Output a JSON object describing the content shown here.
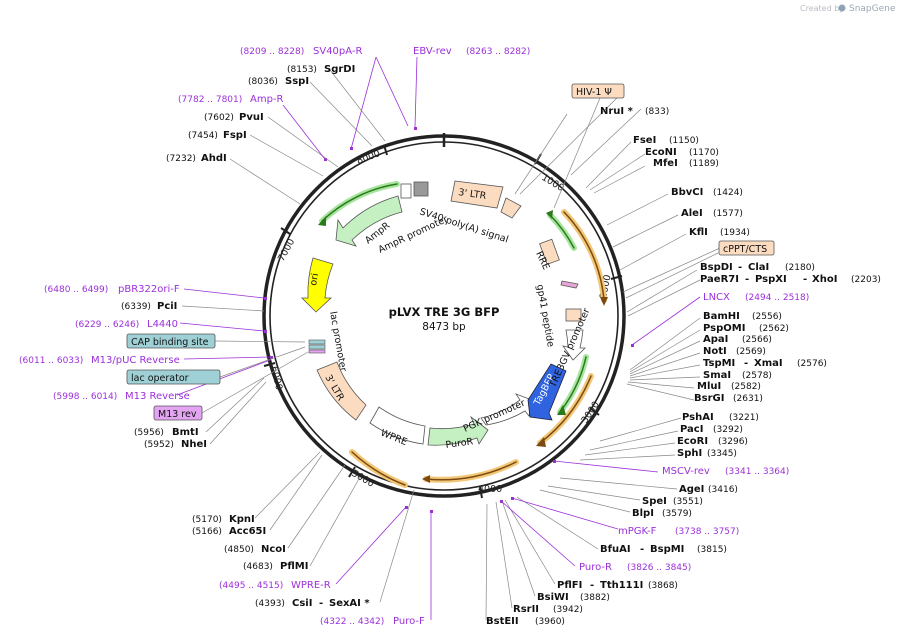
{
  "credit": {
    "created_by": "Created by",
    "brand": "SnapGene"
  },
  "plasmid": {
    "name": "pLVX TRE 3G BFP",
    "length": "8473 bp"
  },
  "ticks": [
    "1000",
    "2000",
    "3000",
    "4000",
    "5000",
    "6000",
    "7000",
    "8000"
  ],
  "features": [
    {
      "label": "3' LTR",
      "color": "#fcdcc0"
    },
    {
      "label": "SV40 poly(A) signal"
    },
    {
      "label": "AmpR promoter"
    },
    {
      "label": "AmpR",
      "color": "#c5f0c2"
    },
    {
      "label": "ori",
      "color": "#ffff00"
    },
    {
      "label": "lac promoter"
    },
    {
      "label": "3' LTR",
      "color": "#fcdcc0"
    },
    {
      "label": "WPRE",
      "color": "#ffffff"
    },
    {
      "label": "PuroR",
      "color": "#c5f0c2"
    },
    {
      "label": "PGK promoter"
    },
    {
      "label": "TagBFP",
      "color": "#2f63e0"
    },
    {
      "label": "TRE3GV promoter"
    },
    {
      "label": "gp41 peptide"
    },
    {
      "label": "RRE"
    }
  ],
  "boxes": [
    {
      "label": "HIV-1 Ψ",
      "color": "#fcdcc0"
    },
    {
      "label": "cPPT/CTS",
      "color": "#fcdcc0"
    },
    {
      "label": "CAP binding site",
      "color": "#9ed0d5"
    },
    {
      "label": "lac operator",
      "color": "#9ed0d5"
    },
    {
      "label": "M13 rev",
      "color": "#e3a4f2"
    }
  ],
  "sites_right": [
    {
      "name": "NruI *",
      "pos": "(833)"
    },
    {
      "name": "FseI",
      "pos": "(1150)"
    },
    {
      "name": "EcoNI",
      "pos": "(1170)"
    },
    {
      "name": "MfeI",
      "pos": "(1189)"
    },
    {
      "name": "BbvCI",
      "pos": "(1424)"
    },
    {
      "name": "AleI",
      "pos": "(1577)"
    },
    {
      "name": "KflI",
      "pos": "(1934)"
    },
    {
      "name": "BspDI",
      "sep": "-",
      "name2": "ClaI",
      "pos": "(2180)"
    },
    {
      "name": "PaeR7I",
      "sep": "-",
      "name2": "PspXI",
      "sep2": "-",
      "name3": "XhoI",
      "pos": "(2203)"
    },
    {
      "name": "BamHI",
      "pos": "(2556)"
    },
    {
      "name": "PspOMI",
      "pos": "(2562)"
    },
    {
      "name": "ApaI",
      "pos": "(2566)"
    },
    {
      "name": "NotI",
      "pos": "(2569)"
    },
    {
      "name": "TspMI",
      "sep": "-",
      "name2": "XmaI",
      "pos": "(2576)"
    },
    {
      "name": "SmaI",
      "pos": "(2578)"
    },
    {
      "name": "MluI",
      "pos": "(2582)"
    },
    {
      "name": "BsrGI",
      "pos": "(2631)"
    },
    {
      "name": "PshAI",
      "pos": "(3221)"
    },
    {
      "name": "PacI",
      "pos": "(3292)"
    },
    {
      "name": "EcoRI",
      "pos": "(3296)"
    },
    {
      "name": "SphI",
      "pos": "(3345)"
    },
    {
      "name": "AgeI",
      "pos": "(3416)"
    },
    {
      "name": "SpeI",
      "pos": "(3551)"
    },
    {
      "name": "BlpI",
      "pos": "(3579)"
    },
    {
      "name": "BfuAI",
      "sep": "-",
      "name2": "BspMI",
      "pos": "(3815)"
    },
    {
      "name": "PflFI",
      "sep": "-",
      "name2": "Tth111I",
      "pos": "(3868)"
    },
    {
      "name": "BsiWI",
      "pos": "(3882)"
    },
    {
      "name": "RsrII",
      "pos": "(3942)"
    },
    {
      "name": "BstEII",
      "pos": "(3960)"
    }
  ],
  "sites_left": [
    {
      "name": "SgrDI",
      "pos": "(8153)"
    },
    {
      "name": "SspI",
      "pos": "(8036)"
    },
    {
      "name": "PvuI",
      "pos": "(7602)"
    },
    {
      "name": "FspI",
      "pos": "(7454)"
    },
    {
      "name": "AhdI",
      "pos": "(7232)"
    },
    {
      "name": "PciI",
      "pos": "(6339)"
    },
    {
      "name": "BmtI",
      "pos": "(5956)"
    },
    {
      "name": "NheI",
      "pos": "(5952)"
    },
    {
      "name": "KpnI",
      "pos": "(5170)"
    },
    {
      "name": "Acc65I",
      "pos": "(5166)"
    },
    {
      "name": "NcoI",
      "pos": "(4850)"
    },
    {
      "name": "PflMI",
      "pos": "(4683)"
    },
    {
      "name": "CsiI",
      "sep": "-",
      "name2": "SexAI *",
      "pos": "(4393)"
    }
  ],
  "primers": [
    {
      "name": "SV40pA-R",
      "range": "(8209 .. 8228)"
    },
    {
      "name": "EBV-rev",
      "range": "(8263 .. 8282)"
    },
    {
      "name": "Amp-R",
      "range": "(7782 .. 7801)"
    },
    {
      "name": "pBR322ori-F",
      "range": "(6480 .. 6499)"
    },
    {
      "name": "L4440",
      "range": "(6229 .. 6246)"
    },
    {
      "name": "M13/pUC Reverse",
      "range": "(6011 .. 6033)"
    },
    {
      "name": "M13 Reverse",
      "range": "(5998 .. 6014)"
    },
    {
      "name": "LNCX",
      "range": "(2494 .. 2518)"
    },
    {
      "name": "MSCV-rev",
      "range": "(3341 .. 3364)"
    },
    {
      "name": "mPGK-F",
      "range": "(3738 .. 3757)"
    },
    {
      "name": "Puro-R",
      "range": "(3826 .. 3845)"
    },
    {
      "name": "WPRE-R",
      "range": "(4495 .. 4515)"
    },
    {
      "name": "Puro-F",
      "range": "(4322 .. 4342)"
    }
  ],
  "colors": {
    "primer": "#9b30d9",
    "orf_outline": "#e8a530",
    "orf_arrow": "#7a4a10",
    "backbone": "#222222"
  }
}
